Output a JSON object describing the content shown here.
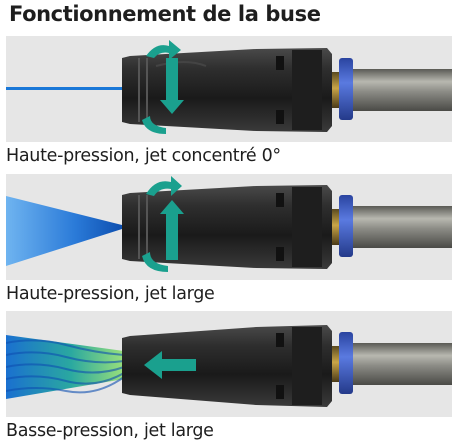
{
  "title": "Fonctionnement de la buse",
  "modes": [
    {
      "caption": "Haute-pression, jet concentré 0°",
      "spray": "concentrated-jet",
      "arrow": "rotate-icon"
    },
    {
      "caption": "Haute-pression, jet large",
      "spray": "fan-jet",
      "arrow": "rotate-icon"
    },
    {
      "caption": "Basse-pression, jet large",
      "spray": "low-pressure-wave-jet",
      "arrow": "push-arrow-icon"
    }
  ],
  "colors": {
    "nozzle": "#2a2a2a",
    "arrow": "#1aa08e",
    "ring": "#3d5fc4",
    "jet": "#1a78d8",
    "background": "#e6e6e6"
  }
}
